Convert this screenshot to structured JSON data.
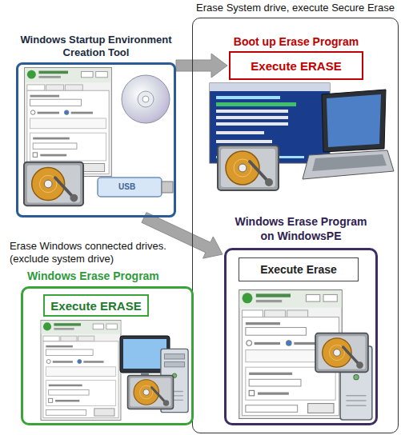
{
  "diagram": {
    "nodes": [
      {
        "text": [
          "Erase System drive, execute Secure Erase"
        ]
      },
      {
        "text": [
          "Windows Startup Environment Creation Tool"
        ]
      },
      {
        "text": [
          "Boot up Erase Program",
          "Execute ERASE"
        ],
        "in": 0
      },
      {
        "text": [
          "Windows Erase Program on WindowsPE"
        ],
        "in": 0
      },
      {
        "text": [
          "Execute Erase"
        ],
        "in": 3
      },
      {
        "text": [
          "Windows Erase Program"
        ]
      },
      {
        "text": [
          "Execute ERASE"
        ],
        "in": 5
      }
    ],
    "edges": [
      {
        "from": 1,
        "to": 2,
        "arrow": "to"
      },
      {
        "from": 1,
        "to": 3,
        "arrow": "to"
      }
    ],
    "labels": [
      "Erase Windows connected drives. (exclude system drive)",
      "USB"
    ]
  }
}
